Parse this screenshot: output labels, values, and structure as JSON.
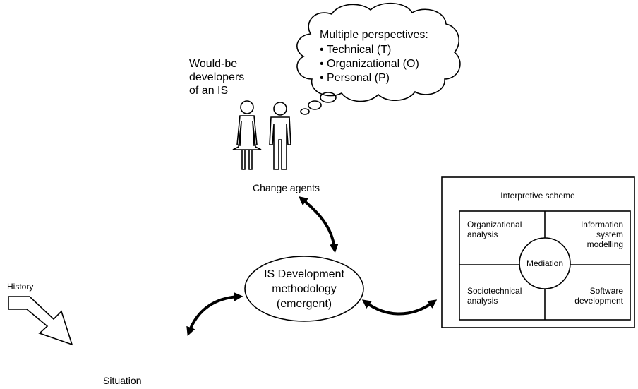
{
  "thought_bubble": {
    "heading": "Multiple perspectives:",
    "items": [
      "• Technical (T)",
      "• Organizational (O)",
      "• Personal (P)"
    ]
  },
  "developers_label": [
    "Would-be",
    "developers",
    "of an IS"
  ],
  "change_agents_label": "Change agents",
  "methodology_label": [
    "IS Development",
    "methodology",
    "(emergent)"
  ],
  "history_label": "History",
  "situation_label": "Situation",
  "interpretive_scheme": {
    "title": "Interpretive scheme",
    "organizational_analysis": [
      "Organizational",
      "analysis"
    ],
    "information_system_modelling": [
      "Information",
      "system",
      "modelling"
    ],
    "sociotechnical_analysis": [
      "Sociotechnical",
      "analysis"
    ],
    "software_development": [
      "Software",
      "development"
    ],
    "mediation": "Mediation"
  }
}
